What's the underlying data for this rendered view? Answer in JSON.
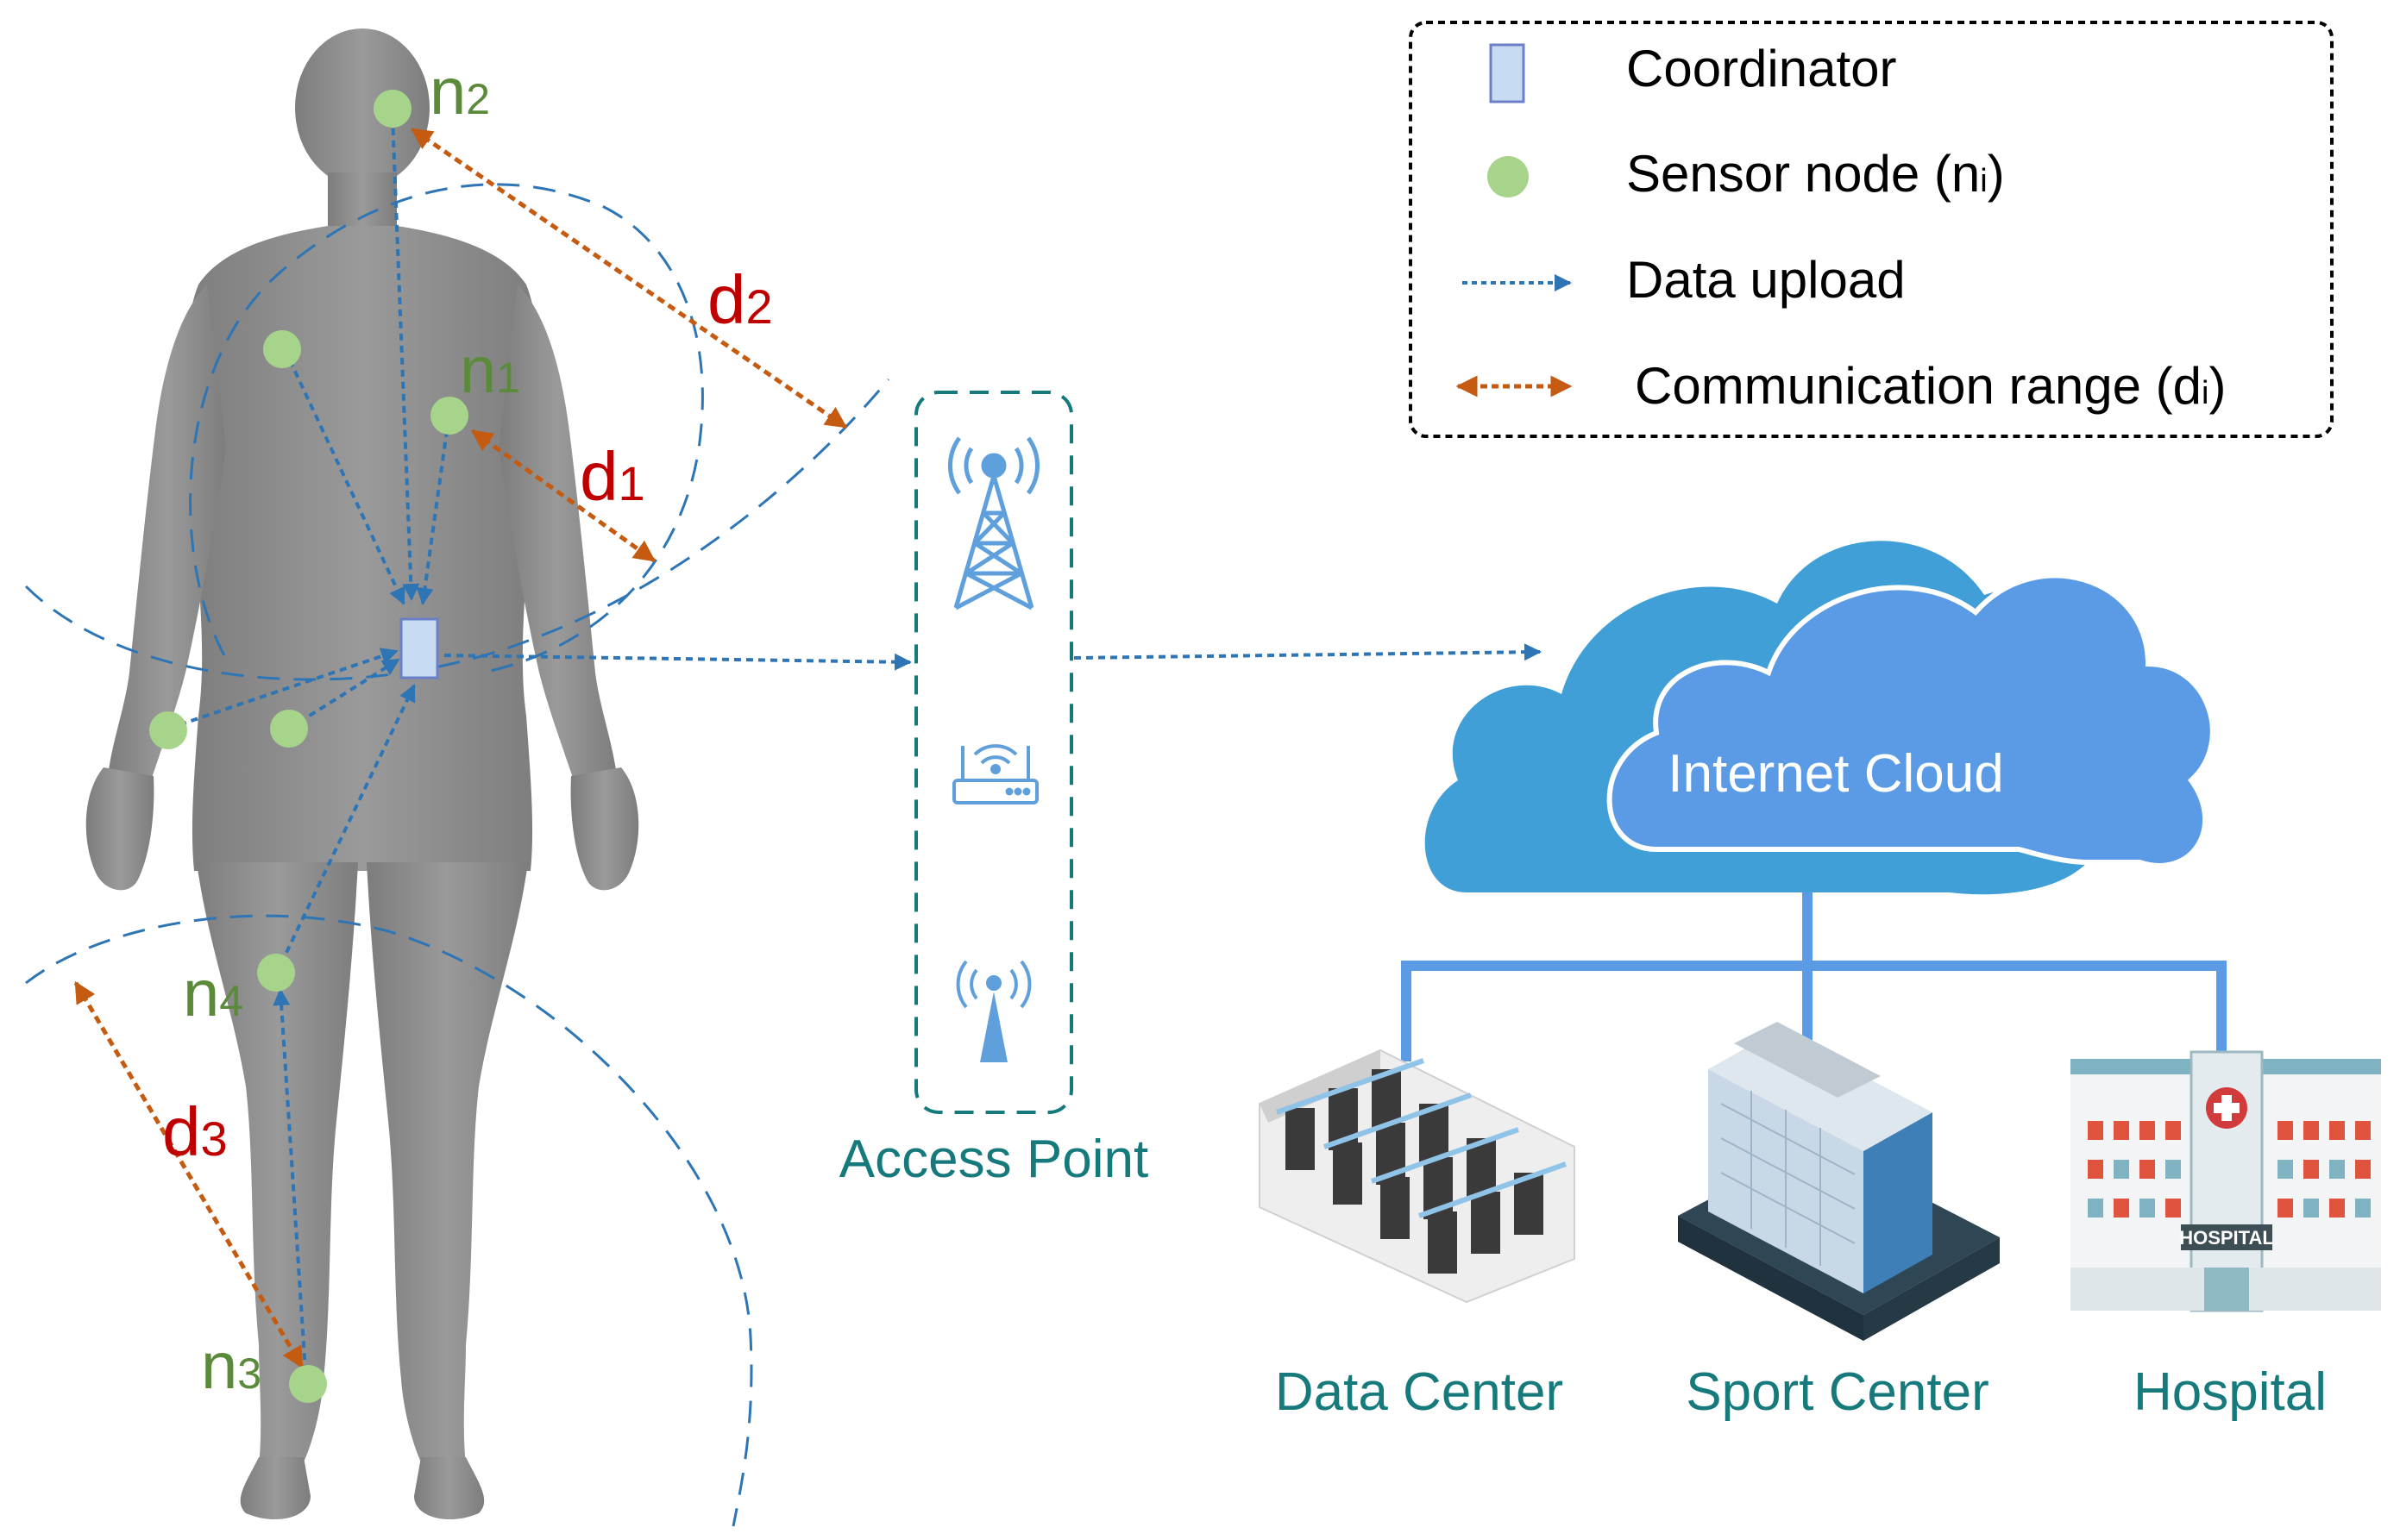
{
  "colors": {
    "body": "#8e8e8e",
    "body_dark": "#6f6f6f",
    "sensor": "#a6d48a",
    "coordinator_fill": "#c7dcf3",
    "coordinator_stroke": "#6e7fc9",
    "upload": "#2e75b6",
    "range": "#c55a11",
    "cloud_back": "#3f9fd6",
    "cloud_front": "#5b9be6",
    "access_point": "#5e9fdc",
    "teal": "#167a7c",
    "link": "#5b9be6"
  },
  "nodes": {
    "n1": {
      "base": "n",
      "sub": "1"
    },
    "n2": {
      "base": "n",
      "sub": "2"
    },
    "n3": {
      "base": "n",
      "sub": "3"
    },
    "n4": {
      "base": "n",
      "sub": "4"
    }
  },
  "ranges": {
    "d1": {
      "base": "d",
      "sub": "1"
    },
    "d2": {
      "base": "d",
      "sub": "2"
    },
    "d3": {
      "base": "d",
      "sub": "3"
    }
  },
  "access_point": {
    "label": "Access Point",
    "icons": [
      "cell-tower-icon",
      "wifi-router-icon",
      "antenna-icon"
    ]
  },
  "cloud": {
    "label": "Internet Cloud"
  },
  "destinations": [
    {
      "label": "Data Center",
      "icon": "server-room-icon"
    },
    {
      "label": "Sport Center",
      "icon": "office-building-icon"
    },
    {
      "label": "Hospital",
      "icon": "hospital-icon",
      "sign": "HOSPITAL"
    }
  ],
  "legend": {
    "items": [
      {
        "label": "Coordinator",
        "icon": "coordinator-icon"
      },
      {
        "label": "Sensor node (n",
        "sub": "i",
        "suffix": ")",
        "icon": "sensor-dot-icon"
      },
      {
        "label": "Data upload",
        "icon": "upload-arrow-icon"
      },
      {
        "label": "Communication range (d",
        "sub": "i",
        "suffix": ")",
        "icon": "range-arrow-icon"
      }
    ]
  }
}
